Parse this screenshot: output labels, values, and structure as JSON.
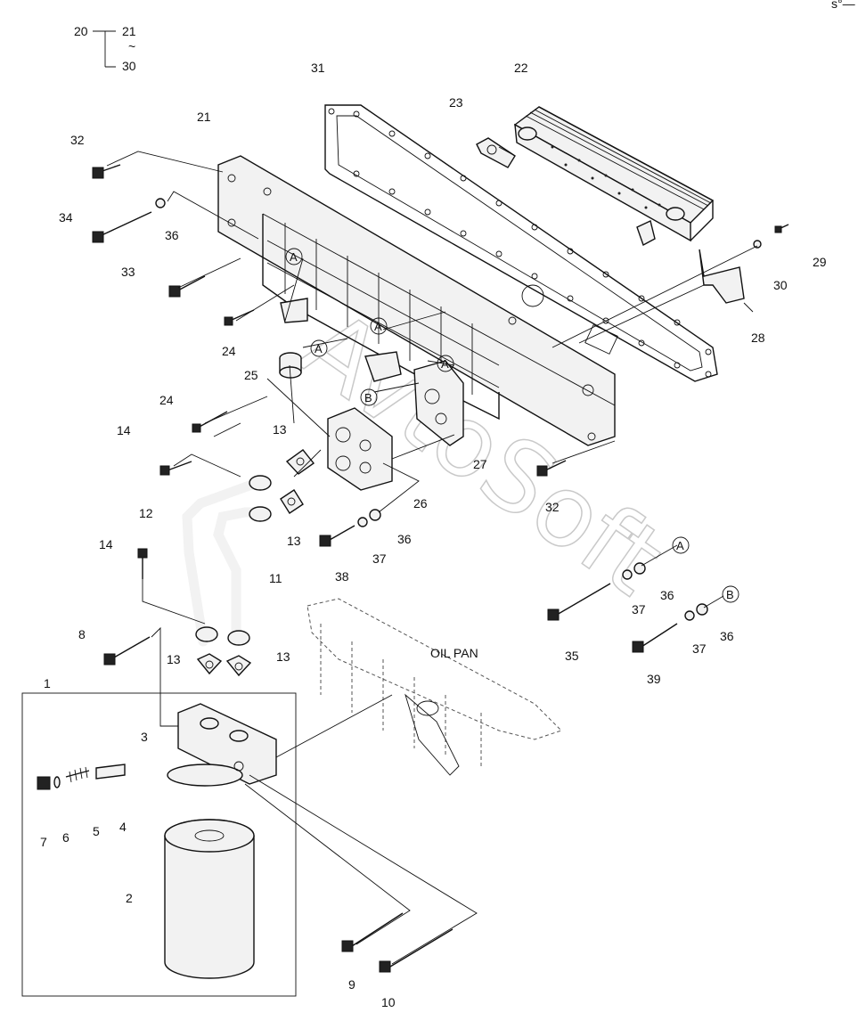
{
  "legend": {
    "root": "20",
    "first": "21",
    "sep": "~",
    "last": "30"
  },
  "corner_mark": "s°—",
  "labels": {
    "oil_pan": "OIL PAN",
    "callout_a": "A",
    "callout_b": "B"
  },
  "watermark": "AvtoSoft",
  "parts": [
    {
      "id": "p1",
      "num": "1"
    },
    {
      "id": "p2",
      "num": "2"
    },
    {
      "id": "p3",
      "num": "3"
    },
    {
      "id": "p4",
      "num": "4"
    },
    {
      "id": "p5",
      "num": "5"
    },
    {
      "id": "p6",
      "num": "6"
    },
    {
      "id": "p7",
      "num": "7"
    },
    {
      "id": "p8",
      "num": "8"
    },
    {
      "id": "p9",
      "num": "9"
    },
    {
      "id": "p10",
      "num": "10"
    },
    {
      "id": "p11",
      "num": "11"
    },
    {
      "id": "p12",
      "num": "12"
    },
    {
      "id": "p13a",
      "num": "13"
    },
    {
      "id": "p13b",
      "num": "13"
    },
    {
      "id": "p13c",
      "num": "13"
    },
    {
      "id": "p13d",
      "num": "13"
    },
    {
      "id": "p14a",
      "num": "14"
    },
    {
      "id": "p14b",
      "num": "14"
    },
    {
      "id": "p21",
      "num": "21"
    },
    {
      "id": "p22",
      "num": "22"
    },
    {
      "id": "p23",
      "num": "23"
    },
    {
      "id": "p24a",
      "num": "24"
    },
    {
      "id": "p24b",
      "num": "24"
    },
    {
      "id": "p25",
      "num": "25"
    },
    {
      "id": "p26",
      "num": "26"
    },
    {
      "id": "p27",
      "num": "27"
    },
    {
      "id": "p28",
      "num": "28"
    },
    {
      "id": "p29",
      "num": "29"
    },
    {
      "id": "p30",
      "num": "30"
    },
    {
      "id": "p31",
      "num": "31"
    },
    {
      "id": "p32a",
      "num": "32"
    },
    {
      "id": "p32b",
      "num": "32"
    },
    {
      "id": "p33",
      "num": "33"
    },
    {
      "id": "p34",
      "num": "34"
    },
    {
      "id": "p35",
      "num": "35"
    },
    {
      "id": "p36a",
      "num": "36"
    },
    {
      "id": "p36b",
      "num": "36"
    },
    {
      "id": "p36c",
      "num": "36"
    },
    {
      "id": "p36d",
      "num": "36"
    },
    {
      "id": "p37a",
      "num": "37"
    },
    {
      "id": "p37b",
      "num": "37"
    },
    {
      "id": "p37c",
      "num": "37"
    },
    {
      "id": "p38",
      "num": "38"
    },
    {
      "id": "p39",
      "num": "39"
    }
  ]
}
